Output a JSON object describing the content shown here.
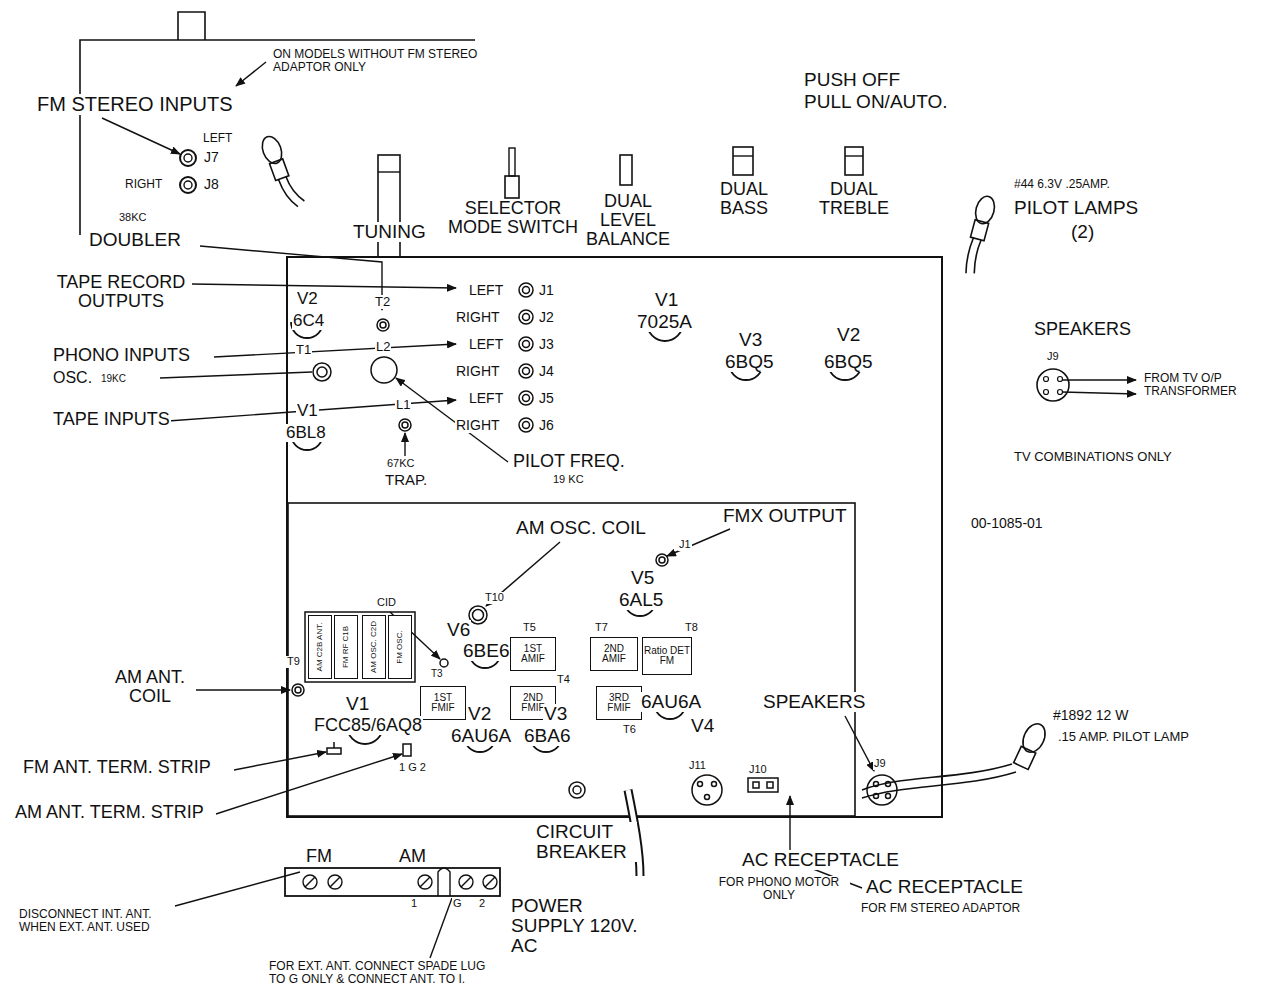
{
  "diagram": {
    "nodes": [
      {
        "text": [
          "AM C2B ANT."
        ]
      },
      {
        "text": [
          "FM RF C1B"
        ]
      },
      {
        "text": [
          "AM OSC. C2D"
        ]
      },
      {
        "text": [
          "FM OSC."
        ]
      },
      {
        "text": [
          "1ST AMIF"
        ]
      },
      {
        "text": [
          "2ND AMIF"
        ]
      },
      {
        "text": [
          "Ratio DET FM"
        ]
      },
      {
        "text": [
          "1ST FMIF"
        ]
      },
      {
        "text": [
          "2ND FMIF"
        ]
      },
      {
        "text": [
          "3RD FMIF"
        ]
      }
    ],
    "labels": [
      "ON MODELS WITHOUT FM STEREO ADAPTOR ONLY",
      "FM STEREO INPUTS",
      "LEFT",
      "J7",
      "RIGHT",
      "J8",
      "PUSH OFF",
      "PULL ON/AUTO.",
      "TUNING",
      "SELECTOR MODE SWITCH",
      "DUAL LEVEL BALANCE",
      "DUAL BASS",
      "DUAL TREBLE",
      "#44 6.3V .25AMP.",
      "PILOT LAMPS",
      "(2)",
      "38KC",
      "DOUBLER",
      "TAPE RECORD OUTPUTS",
      "V2",
      "6C4",
      "T2",
      "LEFT",
      "J1",
      "RIGHT",
      "J2",
      "LEFT",
      "J3",
      "RIGHT",
      "J4",
      "LEFT",
      "J5",
      "RIGHT",
      "J6",
      "PHONO INPUTS",
      "T1",
      "L2",
      "OSC.",
      "19KC",
      "TAPE INPUTS",
      "V1",
      "6BL8",
      "L1",
      "67KC",
      "TRAP.",
      "PILOT FREQ.",
      "19 KC",
      "V1",
      "7025A",
      "V3",
      "6BQ5",
      "V2",
      "6BQ5",
      "SPEAKERS",
      "J9",
      "FROM TV O/P TRANSFORMER",
      "TV COMBINATIONS ONLY",
      "00-1085-01",
      "AM OSC. COIL",
      "FMX OUTPUT",
      "J1",
      "V5",
      "6AL5",
      "CID",
      "T10",
      "V6",
      "6BE6",
      "T5",
      "T7",
      "T8",
      "T3",
      "T9",
      "T4",
      "T6",
      "V1",
      "FCC85/6AQ8",
      "V2",
      "6AU6A",
      "V3",
      "6BA6",
      "6AU6A",
      "V4",
      "AM ANT. COIL",
      "FM ANT. TERM. STRIP",
      "AM ANT. TERM. STRIP",
      "1 G 2",
      "SPEAKERS",
      "J9",
      "#1892 12 W",
      ".15 AMP. PILOT LAMP",
      "CIRCUIT BREAKER",
      "J11",
      "J10",
      "AC RECEPTACLE",
      "FOR PHONO MOTOR ONLY",
      "AC RECEPTACLE",
      "FOR FM STEREO ADAPTOR",
      "POWER SUPPLY 120V. AC",
      "FM",
      "AM",
      "1",
      "G",
      "2",
      "DISCONNECT INT. ANT. WHEN EXT. ANT. USED",
      "FOR EXT. ANT. CONNECT SPADE LUG TO G ONLY & CONNECT ANT. TO I."
    ]
  }
}
